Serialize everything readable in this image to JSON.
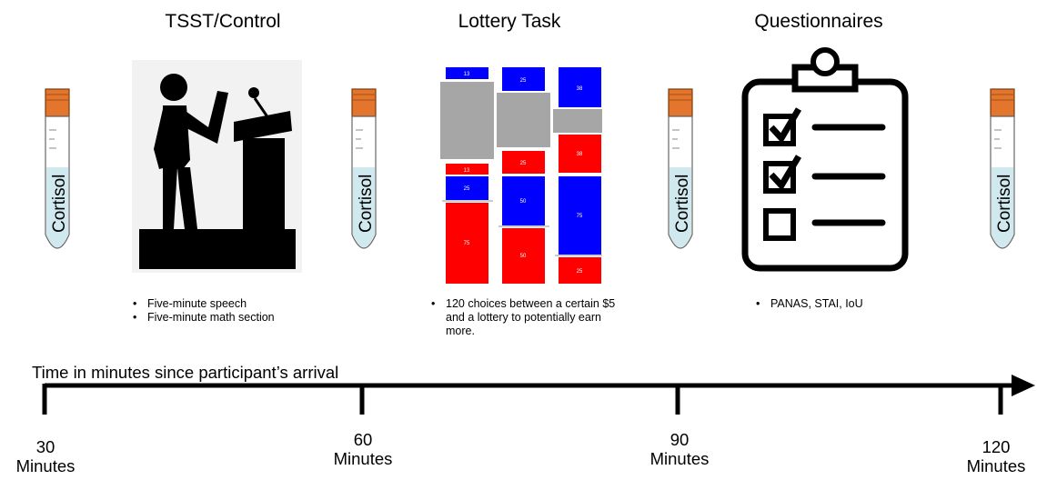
{
  "stages": [
    {
      "title": "TSST/Control",
      "bullets": [
        "Five-minute speech",
        "Five-minute math section"
      ]
    },
    {
      "title": "Lottery Task",
      "bullets": [
        "120 choices between a certain $5 and a lottery to potentially earn more."
      ]
    },
    {
      "title": "Questionnaires",
      "bullets": [
        "PANAS, STAI, IoU"
      ]
    }
  ],
  "tube_label": "Cortisol",
  "timeline": {
    "title": "Time in minutes since participant’s arrival",
    "ticks": [
      {
        "value": "30",
        "unit": "Minutes"
      },
      {
        "value": "60",
        "unit": "Minutes"
      },
      {
        "value": "90",
        "unit": "Minutes"
      },
      {
        "value": "120",
        "unit": "Minutes"
      }
    ]
  },
  "lottery_bars": [
    {
      "top_label": "13",
      "bottom_red_label": "13",
      "blue_label": "25",
      "red_label": "75"
    },
    {
      "top_label": "25",
      "bottom_red_label": "25",
      "blue_label": "50",
      "red_label": "50"
    },
    {
      "top_label": "38",
      "bottom_red_label": "38",
      "blue_label": "75",
      "red_label": "25"
    }
  ],
  "colors": {
    "red": "#ff0000",
    "blue": "#0000ff",
    "gray": "#a6a6a6",
    "cap": "#e3762c",
    "liquid": "#cfe9ee"
  }
}
